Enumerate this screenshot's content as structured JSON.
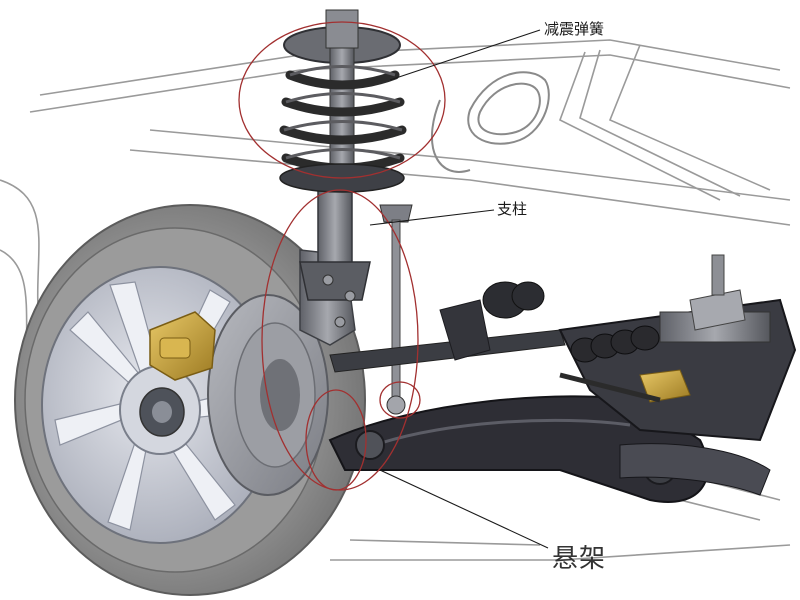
{
  "labels": {
    "spring": "减震弹簧",
    "strut": "支柱",
    "suspension": "悬架"
  },
  "colors": {
    "background": "#ffffff",
    "outline": "#8a8a8a",
    "callout_line": "#1a1a1a",
    "highlight_circle": "#a23030",
    "tire": "#8c8c8c",
    "rim": "#c9ccd6",
    "spring": "#2b2b2b",
    "metal": "#7d7f86",
    "brass": "#c9a23a",
    "dark_part": "#2e2e35"
  },
  "icons": [
    "wheel-icon",
    "coil-spring-icon",
    "strut-icon",
    "brake-disc-icon",
    "control-arm-icon",
    "steering-rack-icon"
  ]
}
